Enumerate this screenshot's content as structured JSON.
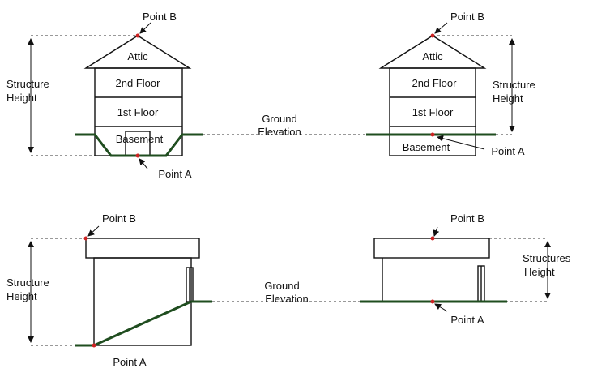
{
  "labels": {
    "point_b": "Point B",
    "point_a": "Point A",
    "attic": "Attic",
    "second_floor": "2nd Floor",
    "first_floor": "1st Floor",
    "basement": "Basement",
    "structure": "Structure",
    "height": "Height",
    "structures_trunc": "Structures",
    "ground": "Ground",
    "elevation": "Elevation"
  },
  "colors": {
    "ground_line": "#1f4d1f",
    "point_marker": "#cc2222"
  }
}
